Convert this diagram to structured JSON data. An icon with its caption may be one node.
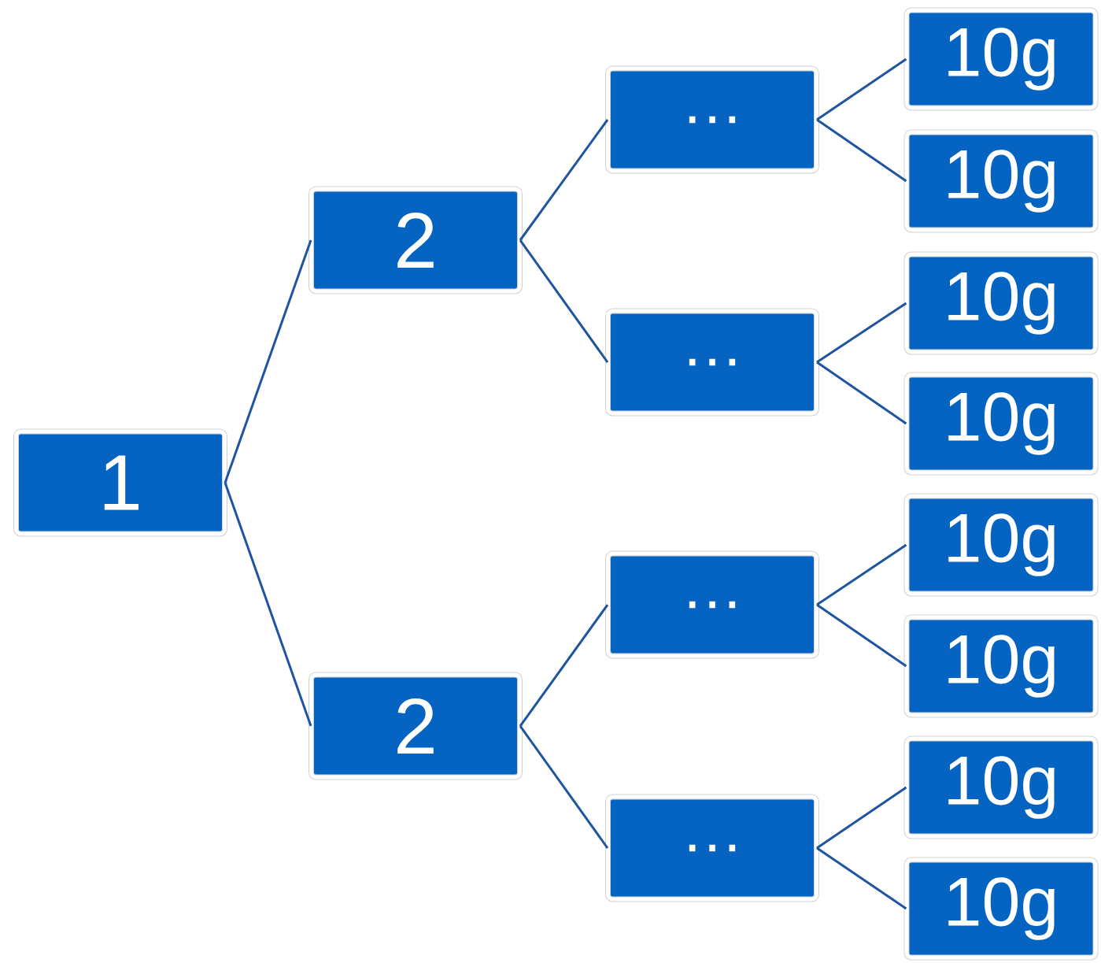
{
  "diagram": {
    "nodes": [
      {
        "text": [
          "1"
        ]
      },
      {
        "text": [
          "2"
        ]
      },
      {
        "text": [
          "…"
        ]
      },
      {
        "text": [
          "10g"
        ]
      },
      {
        "text": [
          "10g"
        ]
      },
      {
        "text": [
          "…"
        ]
      },
      {
        "text": [
          "10g"
        ]
      },
      {
        "text": [
          "10g"
        ]
      },
      {
        "text": [
          "2"
        ]
      },
      {
        "text": [
          "…"
        ]
      },
      {
        "text": [
          "10g"
        ]
      },
      {
        "text": [
          "10g"
        ]
      },
      {
        "text": [
          "…"
        ]
      },
      {
        "text": [
          "10g"
        ]
      },
      {
        "text": [
          "10g"
        ]
      }
    ],
    "edges": [
      {
        "from": 0,
        "to": 1,
        "arrow": "none"
      },
      {
        "from": 1,
        "to": 2,
        "arrow": "none"
      },
      {
        "from": 2,
        "to": 3,
        "arrow": "none"
      },
      {
        "from": 2,
        "to": 4,
        "arrow": "none"
      },
      {
        "from": 1,
        "to": 5,
        "arrow": "none"
      },
      {
        "from": 5,
        "to": 6,
        "arrow": "none"
      },
      {
        "from": 5,
        "to": 7,
        "arrow": "none"
      },
      {
        "from": 0,
        "to": 8,
        "arrow": "none"
      },
      {
        "from": 8,
        "to": 9,
        "arrow": "none"
      },
      {
        "from": 9,
        "to": 10,
        "arrow": "none"
      },
      {
        "from": 9,
        "to": 11,
        "arrow": "none"
      },
      {
        "from": 8,
        "to": 12,
        "arrow": "none"
      },
      {
        "from": 12,
        "to": 13,
        "arrow": "none"
      },
      {
        "from": 12,
        "to": 14,
        "arrow": "none"
      }
    ]
  }
}
